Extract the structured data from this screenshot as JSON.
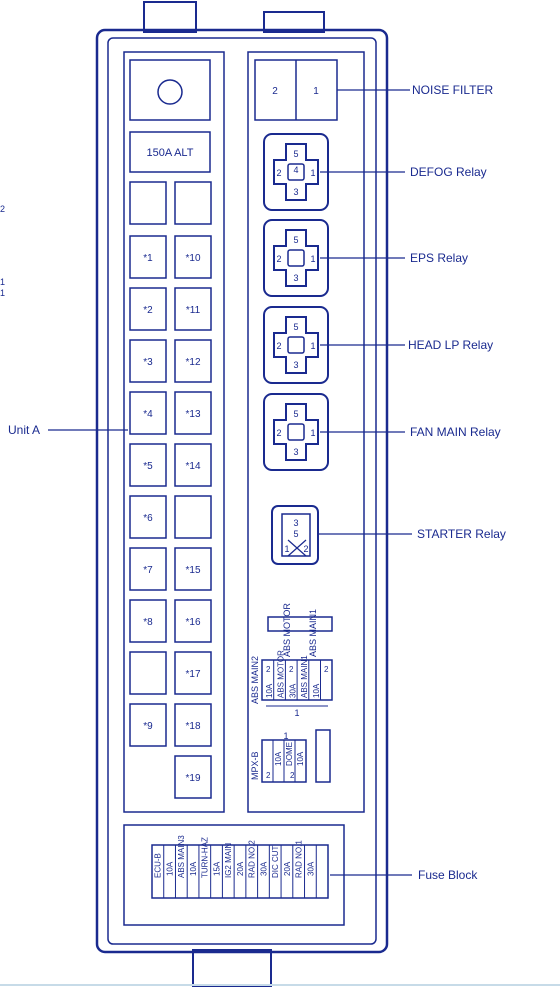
{
  "fuses_left": [
    {
      "id": "f1",
      "label": "*1"
    },
    {
      "id": "f10",
      "label": "*10"
    },
    {
      "id": "f2",
      "label": "*2"
    },
    {
      "id": "f11",
      "label": "*11"
    },
    {
      "id": "f3",
      "label": "*3"
    },
    {
      "id": "f12",
      "label": "*12"
    },
    {
      "id": "f4",
      "label": "*4"
    },
    {
      "id": "f13",
      "label": "*13"
    },
    {
      "id": "f5",
      "label": "*5"
    },
    {
      "id": "f14",
      "label": "*14"
    },
    {
      "id": "f6",
      "label": "*6"
    },
    {
      "id": "f7",
      "label": "*7"
    },
    {
      "id": "f15",
      "label": "*15"
    },
    {
      "id": "f8",
      "label": "*8"
    },
    {
      "id": "f16",
      "label": "*16"
    },
    {
      "id": "f17",
      "label": "*17"
    },
    {
      "id": "f9",
      "label": "*9"
    },
    {
      "id": "f18",
      "label": "*18"
    },
    {
      "id": "f19",
      "label": "*19"
    }
  ],
  "alt_fuse": "150A ALT",
  "noise_filter": {
    "pin2": "2",
    "pin1": "1",
    "label": "NOISE FILTER"
  },
  "relays": {
    "defog": {
      "label": "DEFOG Relay",
      "pins": [
        "5",
        "4",
        "2",
        "1",
        "3"
      ]
    },
    "eps": {
      "label": "EPS Relay",
      "pins": [
        "5",
        "2",
        "1",
        "3"
      ]
    },
    "headlp": {
      "label": "HEAD LP Relay",
      "pins": [
        "5",
        "2",
        "1",
        "3"
      ]
    },
    "fanmain": {
      "label": "FAN MAIN Relay",
      "pins": [
        "5",
        "2",
        "1",
        "3"
      ]
    },
    "starter": {
      "label": "STARTER Relay",
      "pins": [
        "3",
        "5",
        "1",
        "2"
      ]
    }
  },
  "unit_a_label": "Unit A",
  "fuse_block_label": "Fuse Block",
  "abs_group": {
    "headers": [
      "ABS MAIN2",
      "ABS MOTOR",
      "ABS MAIN1"
    ],
    "cells": [
      "10A",
      "ABS MOTOR",
      "30A",
      "ABS MAIN1",
      "10A"
    ],
    "pins": [
      "2",
      "2",
      "2"
    ],
    "bottom": "1"
  },
  "mpxb_group": {
    "header": "MPX-B",
    "cells": [
      "10A",
      "DOME",
      "10A"
    ],
    "pins": [
      "2",
      "2"
    ],
    "top": "1"
  },
  "fuse_block": {
    "labels": [
      "ECU-B",
      "ABS MAIN3",
      "TURN-HAZ",
      "IG2 MAIN",
      "RAD NO.2",
      "DIC CUT",
      "RAD NO.1"
    ],
    "ratings": [
      "10A",
      "10A",
      "15A",
      "20A",
      "30A",
      "20A",
      "30A"
    ]
  },
  "left_edge_fragments": [
    "2",
    "1",
    "1"
  ]
}
